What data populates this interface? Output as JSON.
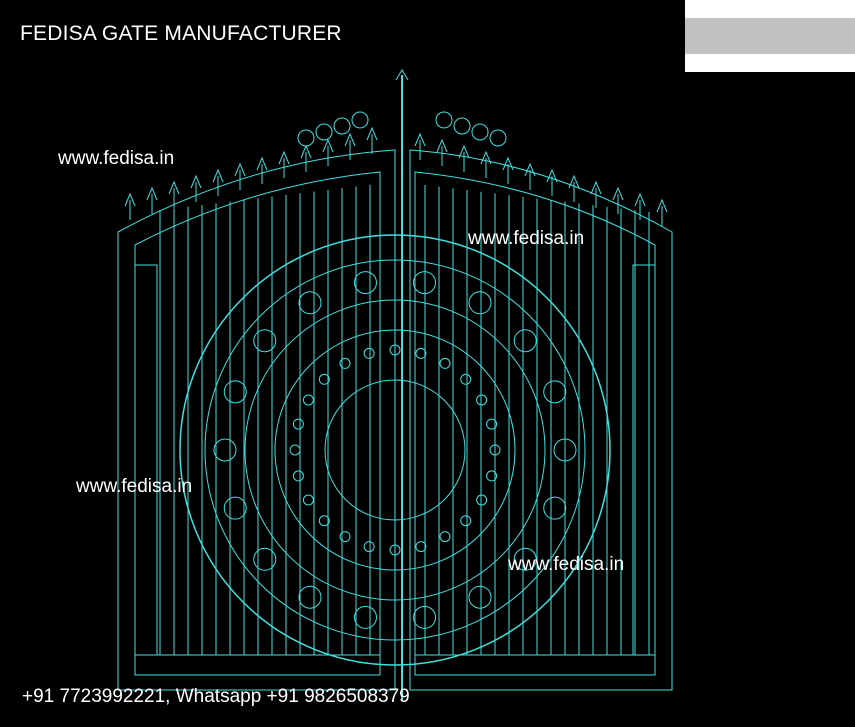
{
  "title": "FEDISA GATE MANUFACTURER",
  "watermarks": [
    "www.fedisa.in",
    "www.fedisa.in",
    "www.fedisa.in",
    "www.fedisa.in"
  ],
  "contact": "+91 7723992221, Whatsapp +91 9826508379",
  "colors": {
    "line": "#3fe0e0",
    "background": "#000000",
    "text": "#ffffff"
  }
}
